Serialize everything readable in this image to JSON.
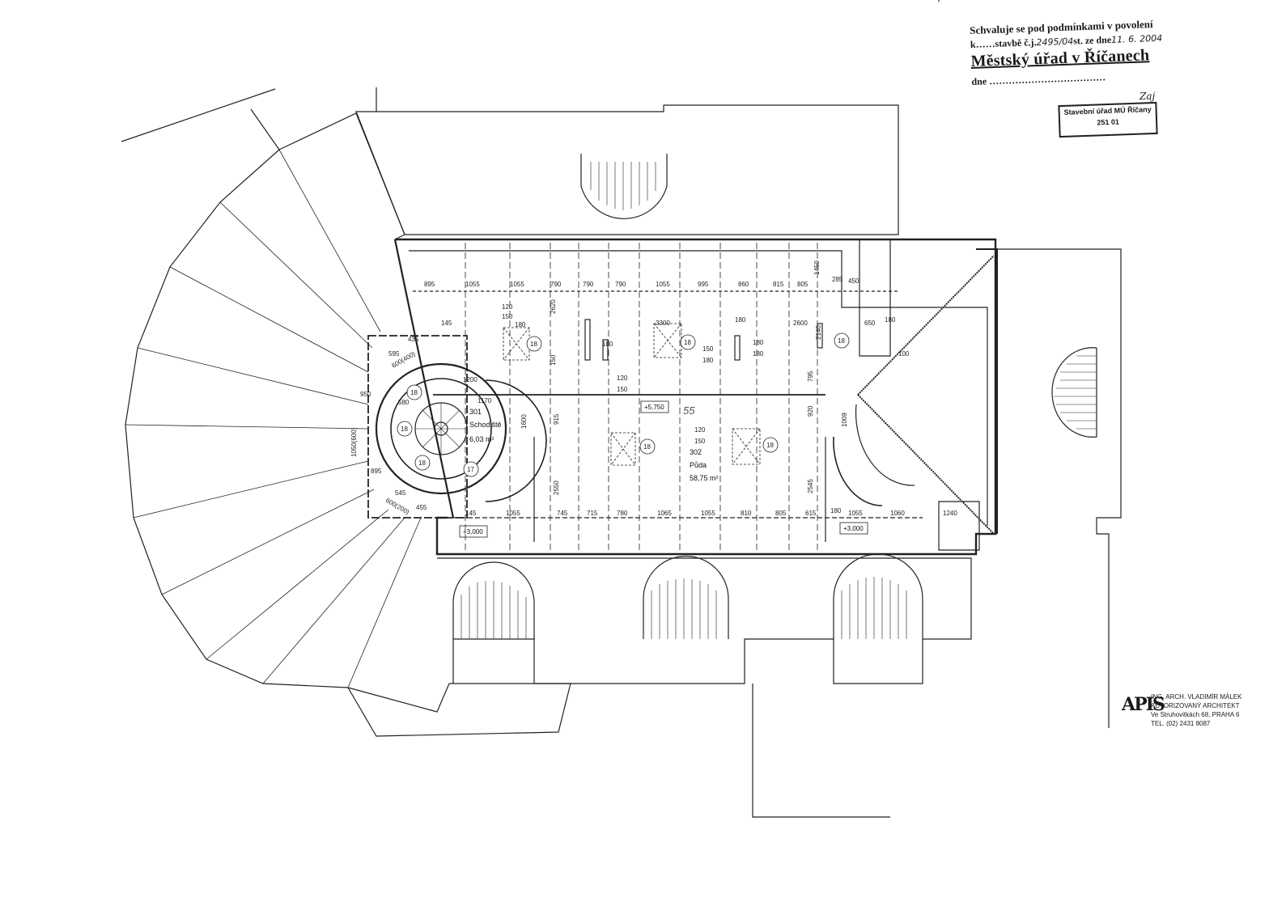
{
  "approval": {
    "line1": "Schvaluje se pod podmínkami v povolení",
    "line2_prefix": "k",
    "line2_mid": "stavbě č.j.",
    "line2_cj": "2495/04",
    "line2_st": "st. ze dne",
    "line2_date": "11. 6. 2004",
    "office": "Městský úřad v Říčanech",
    "line4": "dne"
  },
  "stamp": {
    "line1": "Stavební úřad MÚ Říčany",
    "line2": "251 01"
  },
  "signature_mark": "Zaj",
  "rooms": [
    {
      "number": "301",
      "name": "Schodiště",
      "area": "6,03 m²"
    },
    {
      "number": "302",
      "name": "Půda",
      "area": "58,75 m²"
    }
  ],
  "levels": {
    "upper": "+5,750",
    "left": "+3,000",
    "right": "+3,000"
  },
  "handwritten_number": "55",
  "top_dims": [
    "895",
    "1055",
    "1055",
    "790",
    "790",
    "790",
    "1055",
    "995",
    "860",
    "815",
    "805",
    "1450",
    "285",
    "450"
  ],
  "bottom_dims": [
    "145",
    "1055",
    "745",
    "715",
    "780",
    "1065",
    "1055",
    "810",
    "805",
    "615",
    "180",
    "1055",
    "1060",
    "1240"
  ],
  "side_dims": [
    "2620",
    "150",
    "915",
    "2550",
    "2545",
    "920",
    "795",
    "2140",
    "1200",
    "1170",
    "1600",
    "1009"
  ],
  "tower_dims": [
    "595",
    "435",
    "580",
    "950",
    "895",
    "545",
    "455"
  ],
  "tower_dims_rot": [
    "1050(600)",
    "600(400)",
    "600(200)"
  ],
  "beam_labels": [
    "120",
    "150",
    "180",
    "3300",
    "2600",
    "180",
    "650",
    "180",
    "180",
    "180",
    "180",
    "150",
    "180",
    "120",
    "150",
    "120",
    "150",
    "145",
    "100"
  ],
  "circle_marks": [
    "18",
    "18",
    "18",
    "18",
    "18",
    "18",
    "18",
    "18",
    "17"
  ],
  "architect": {
    "logo": "APIS",
    "line1": "ING. ARCH. VLADIMÍR MÁLEK",
    "line2": "AUTORIZOVANÝ ARCHITEKT",
    "line3": "Ve Struhovitkách 68, PRAHA 6",
    "line4": "TEL. (02) 2431 8087"
  }
}
